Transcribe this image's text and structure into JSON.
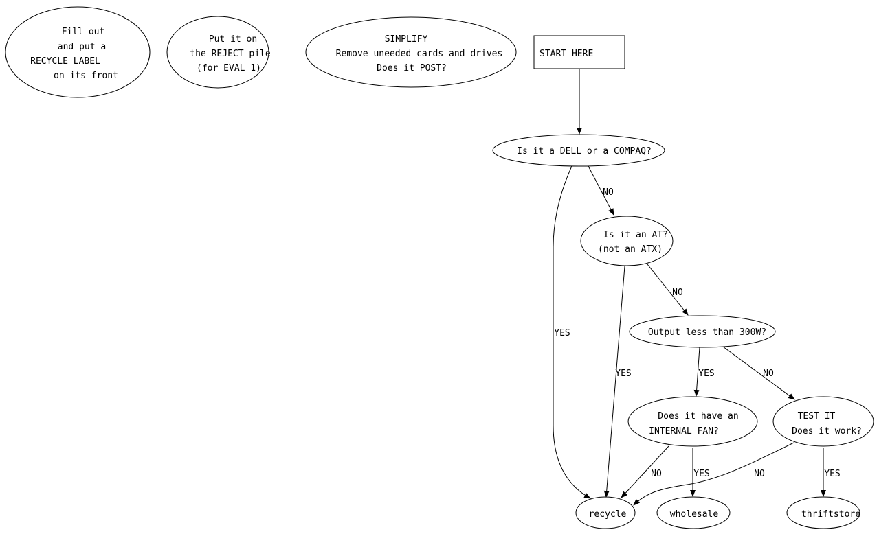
{
  "nodes": {
    "fill_out": {
      "lines": [
        "Fill out",
        "and put a",
        "RECYCLE LABEL",
        "on its front"
      ]
    },
    "reject": {
      "lines": [
        "Put it on",
        "the REJECT pile",
        "(for EVAL 1)"
      ]
    },
    "simplify": {
      "lines": [
        "SIMPLIFY",
        "Remove uneeded cards and drives",
        "Does it POST?"
      ]
    },
    "start": {
      "label": "START HERE"
    },
    "dell": {
      "label": "Is it a DELL or a COMPAQ?"
    },
    "at": {
      "lines": [
        "Is it an AT?",
        "(not an ATX)"
      ]
    },
    "output": {
      "label": "Output less than 300W?"
    },
    "fan": {
      "lines": [
        "Does it have an",
        "INTERNAL FAN?"
      ]
    },
    "test": {
      "lines": [
        "TEST IT",
        "Does it work?"
      ]
    },
    "recycle": {
      "label": "recycle"
    },
    "wholesale": {
      "label": "wholesale"
    },
    "thriftstore": {
      "label": "thriftstore"
    }
  },
  "edges": {
    "dell_at": "NO",
    "dell_recycle": "YES",
    "at_recycle": "YES",
    "at_output": "NO",
    "output_fan": "YES",
    "output_test": "NO",
    "fan_recycle": "NO",
    "fan_wholesale": "YES",
    "test_recycle": "NO",
    "test_thriftstore": "YES"
  }
}
